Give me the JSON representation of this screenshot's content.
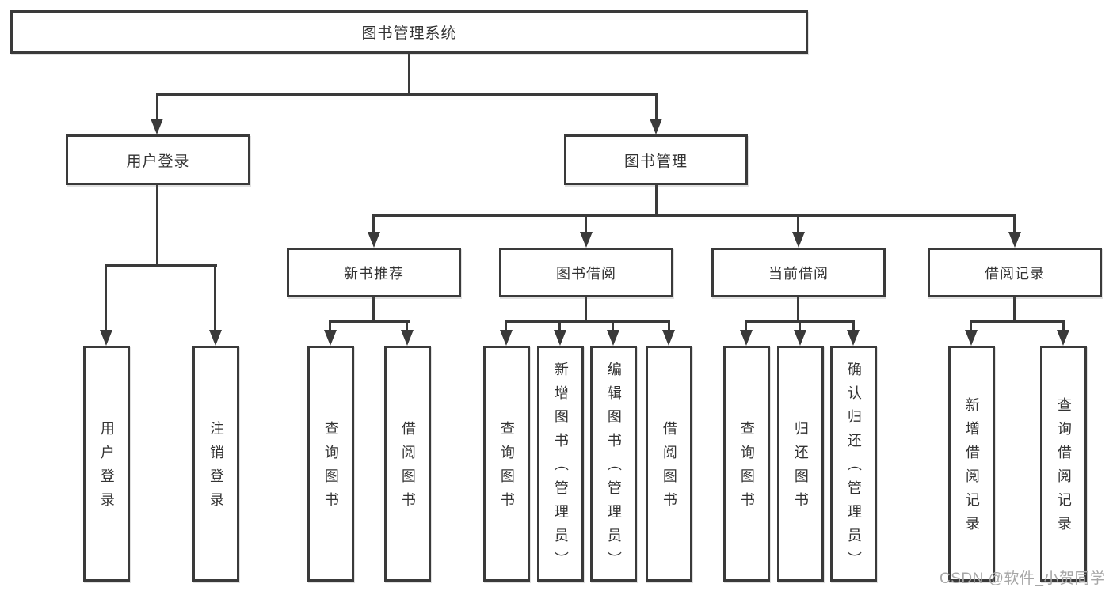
{
  "diagram_title": "图书管理系统",
  "colors": {
    "background": "#ffffff",
    "line": "#3a3a3a",
    "box_border": "#3a3a3a",
    "box_fill": "#ffffff",
    "text": "#333333",
    "watermark": "#a6a6a6"
  },
  "tree": {
    "label": "图书管理系统",
    "children": [
      {
        "label": "用户登录",
        "children": [
          {
            "label": "用户登录"
          },
          {
            "label": "注销登录"
          }
        ]
      },
      {
        "label": "图书管理",
        "children": [
          {
            "label": "新书推荐",
            "children": [
              {
                "label": "查询图书"
              },
              {
                "label": "借阅图书"
              }
            ]
          },
          {
            "label": "图书借阅",
            "children": [
              {
                "label": "查询图书"
              },
              {
                "label": "新增图书（管理员）"
              },
              {
                "label": "编辑图书（管理员）"
              },
              {
                "label": "借阅图书"
              }
            ]
          },
          {
            "label": "当前借阅",
            "children": [
              {
                "label": "查询图书"
              },
              {
                "label": "归还图书"
              },
              {
                "label": "确认归还（管理员）"
              }
            ]
          },
          {
            "label": "借阅记录",
            "children": [
              {
                "label": "新增借阅记录"
              },
              {
                "label": "查询借阅记录"
              }
            ]
          }
        ]
      }
    ]
  },
  "watermark": {
    "text": "CSDN @软件_小贺同学"
  }
}
